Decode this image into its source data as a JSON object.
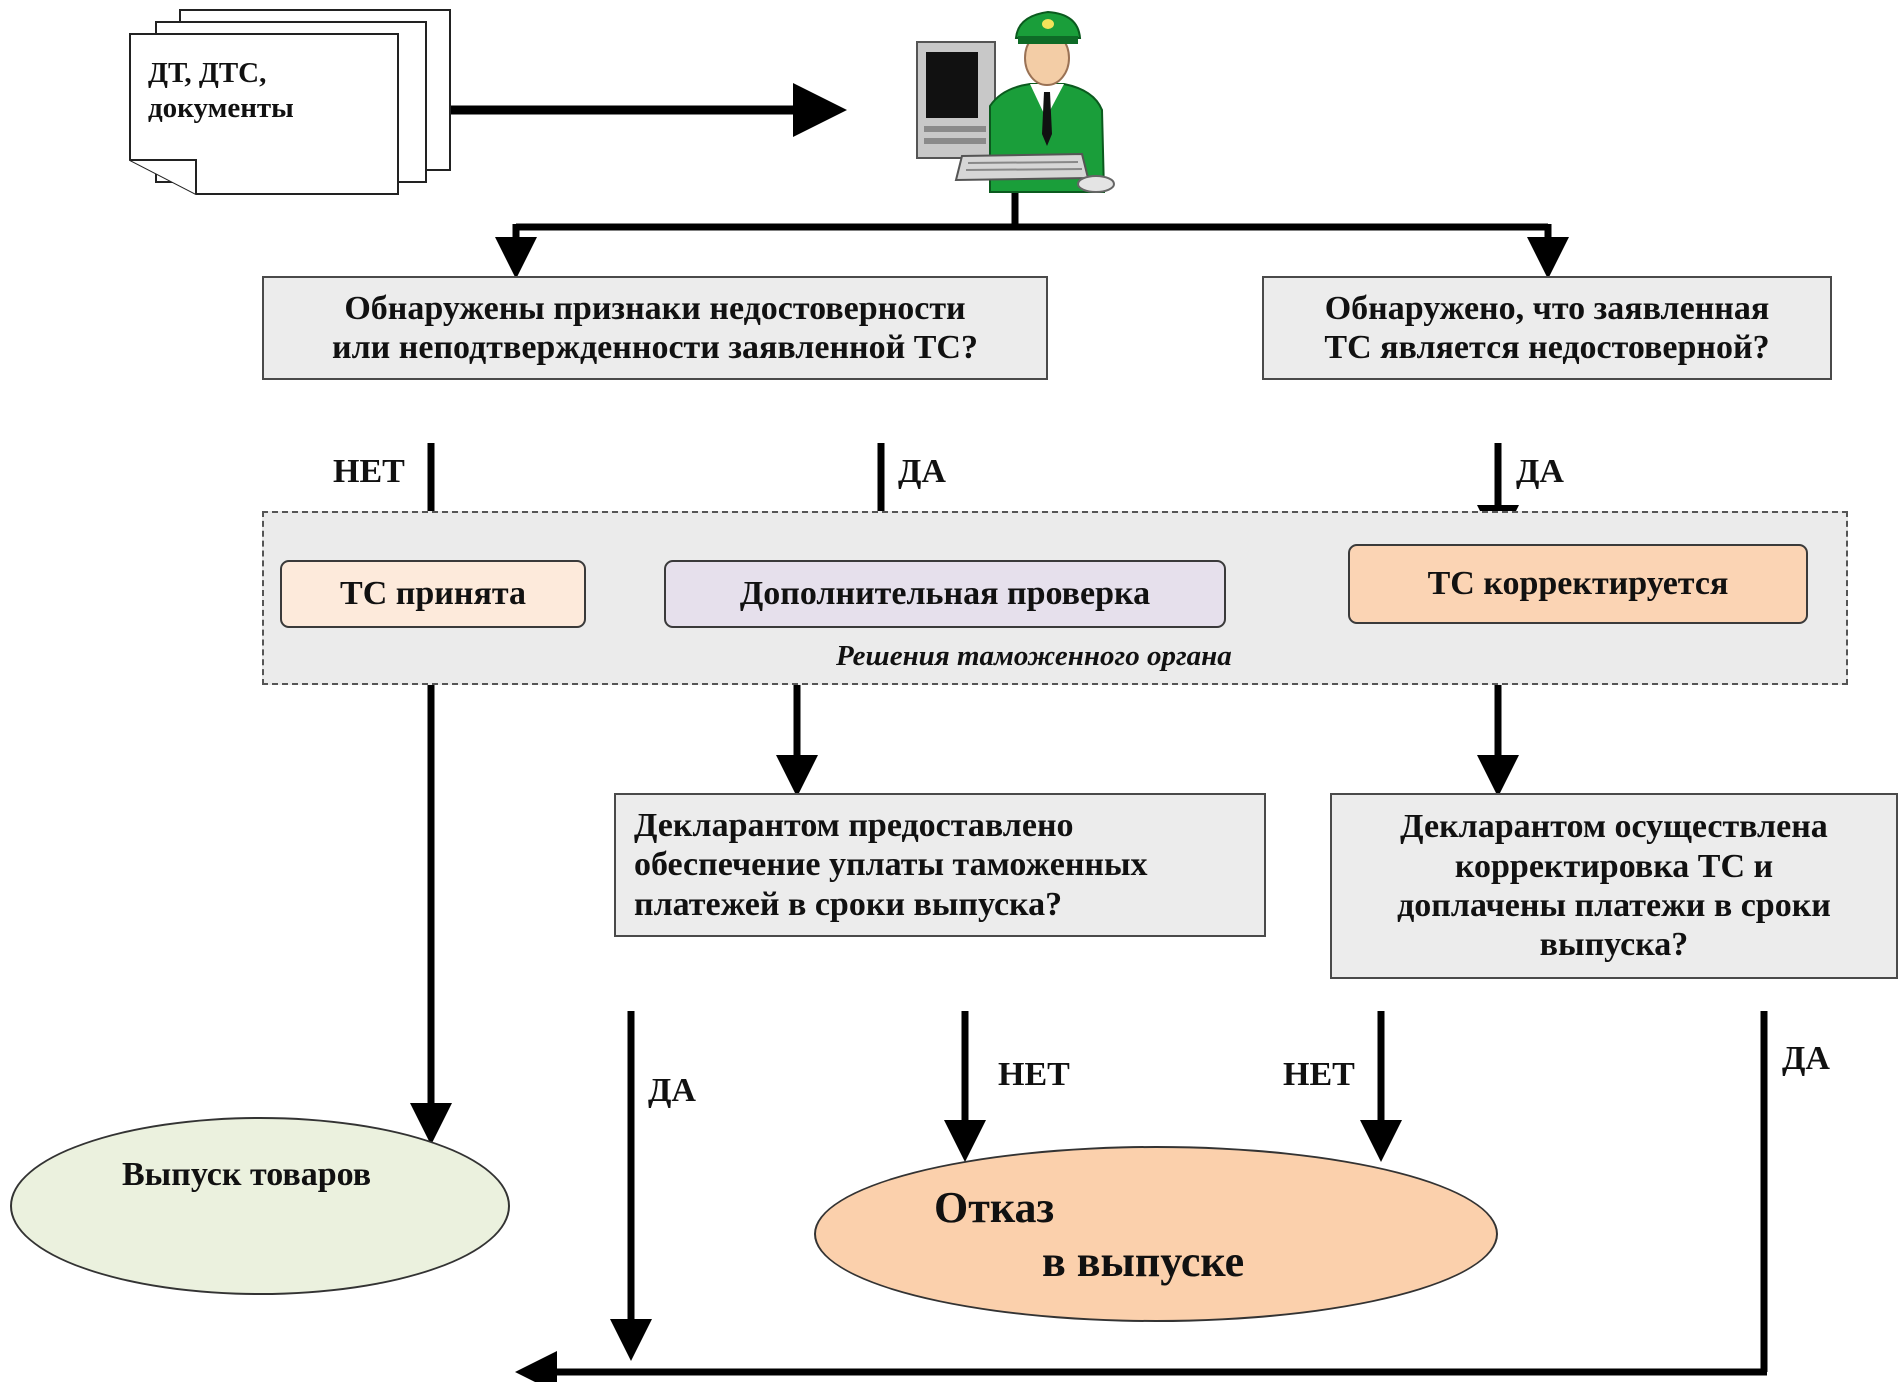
{
  "colors": {
    "question_box": "#ececec",
    "group_background": "#ebebeb",
    "accepted_fill": "#fdeadb",
    "extra_check_fill": "#e6e0ec",
    "corrected_fill": "#fbd4b4",
    "release_fill": "#ebf1de",
    "refusal_fill": "#fbd0ac",
    "inspector_uniform": "#1a9e3a"
  },
  "documents": {
    "label_line1": "ДТ, ДТС,",
    "label_line2": "документы"
  },
  "inspector": {
    "icon": "customs-officer-at-computer-icon"
  },
  "questions": {
    "q1_line1": "Обнаружены признаки недостоверности",
    "q1_line2": "или неподтвержденности заявленной ТС?",
    "q2_line1": "Обнаружено, что заявленная",
    "q2_line2": "ТС является недостоверной?",
    "q3_line1": "Декларантом предоставлено",
    "q3_line2": "обеспечение уплаты таможенных",
    "q3_line3": "платежей  в сроки выпуска?",
    "q4_line1": "Декларантом осуществлена",
    "q4_line2": "корректировка ТС и",
    "q4_line3": "доплачены платежи в сроки",
    "q4_line4": "выпуска?"
  },
  "decisions": {
    "group_caption": "Решения таможенного органа",
    "accepted": "ТС принята",
    "extra_check": "Дополнительная проверка",
    "corrected": "ТС корректируется"
  },
  "edge_labels": {
    "q1_no": "НЕТ",
    "q1_yes": "ДА",
    "q2_yes": "ДА",
    "q3_yes": "ДА",
    "q3_no": "НЕТ",
    "q4_no": "НЕТ",
    "q4_yes": "ДА"
  },
  "outcomes": {
    "release": "Выпуск товаров",
    "refusal_line1": "Отказ",
    "refusal_line2": "в выпуске"
  }
}
